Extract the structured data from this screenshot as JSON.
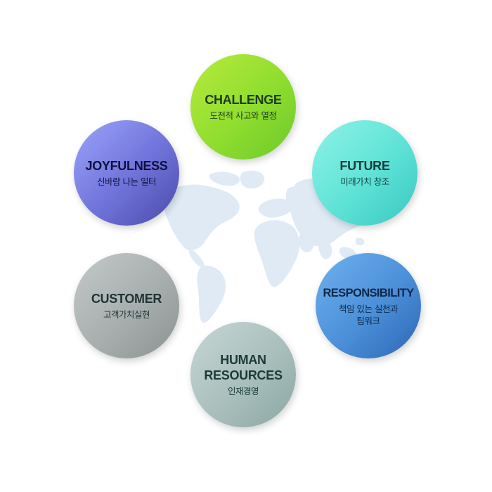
{
  "values": [
    {
      "id": "challenge",
      "title": "CHALLENGE",
      "subtitle_lines": [
        "도전적 사고와 열정"
      ]
    },
    {
      "id": "future",
      "title": "FUTURE",
      "subtitle_lines": [
        "미래가치 창조"
      ]
    },
    {
      "id": "responsibility",
      "title": "RESPONSIBILITY",
      "subtitle_lines": [
        "책임 있는 실천과",
        "팀워크"
      ]
    },
    {
      "id": "human",
      "title_lines": [
        "HUMAN",
        "RESOURCES"
      ],
      "subtitle_lines": [
        "인재경영"
      ]
    },
    {
      "id": "customer",
      "title": "CUSTOMER",
      "subtitle_lines": [
        "고객가치실현"
      ]
    },
    {
      "id": "joyfulness",
      "title": "JOYFULNESS",
      "subtitle_lines": [
        "신바람 나는 일터"
      ]
    }
  ],
  "colors": {
    "challenge": "#8fdd2f",
    "future": "#5ee2d6",
    "responsibility": "#4a8fd8",
    "human": "#a9bfbc",
    "customer": "#a7aeae",
    "joyfulness": "#6f72d8",
    "world_map": "#dce9f4"
  }
}
